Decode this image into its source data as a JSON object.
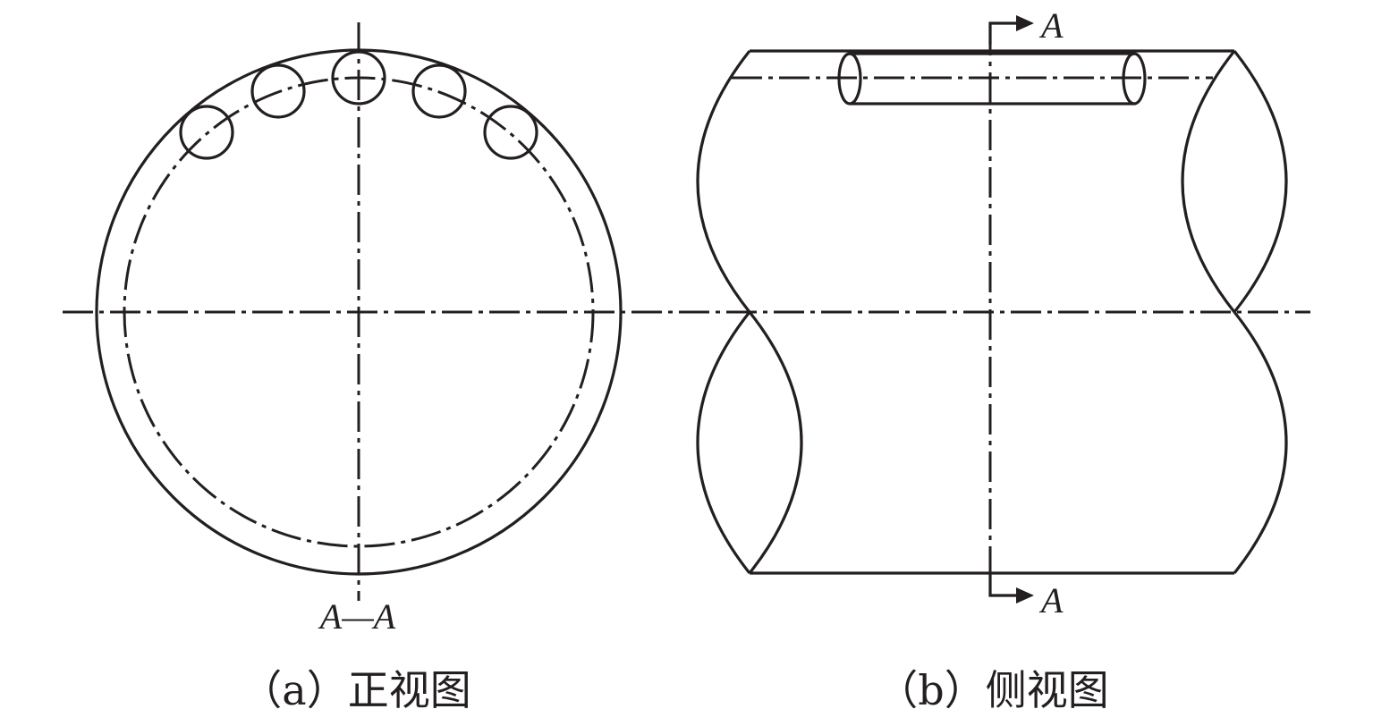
{
  "front_view": {
    "section_label": "A—A",
    "caption": "（a）正视图"
  },
  "side_view": {
    "section_mark_top": "A",
    "section_mark_bottom": "A",
    "caption": "（b）侧视图"
  },
  "colors": {
    "line": "#231f20",
    "background": "#ffffff"
  }
}
